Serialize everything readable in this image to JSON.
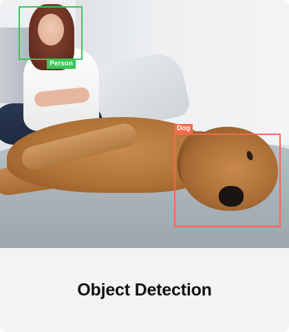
{
  "card": {
    "caption": "Object Detection"
  },
  "detections": [
    {
      "label": "Person",
      "color": "#36c657"
    },
    {
      "label": "Dog",
      "color": "#f26a4b"
    }
  ]
}
